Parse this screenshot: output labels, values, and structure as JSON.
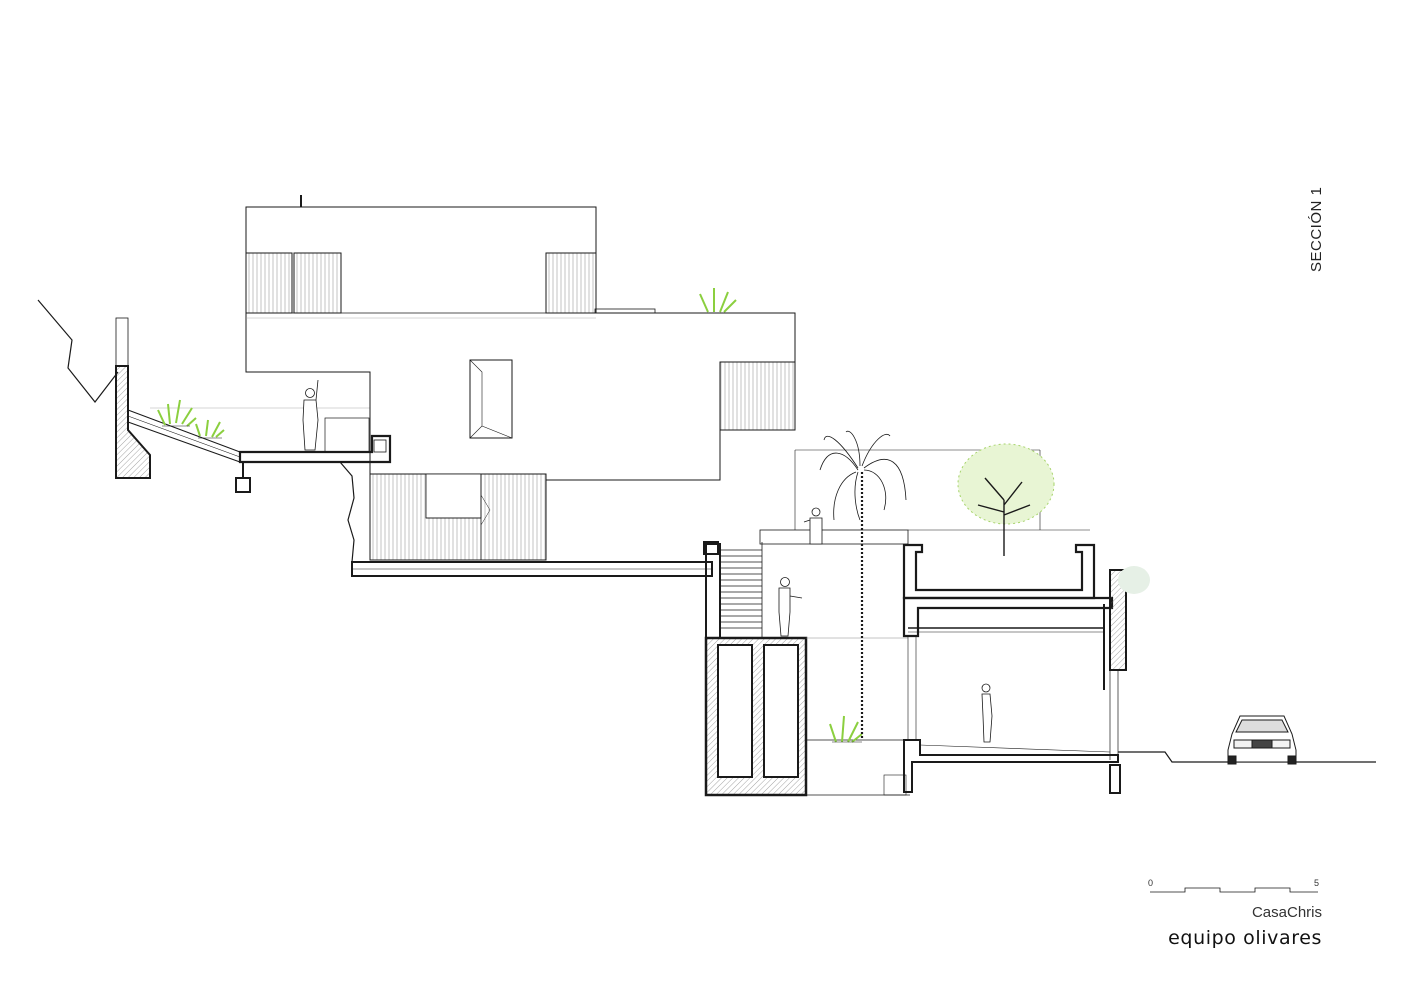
{
  "drawing": {
    "section_title": "SECCIÓN 1",
    "project_name": "CasaChris",
    "studio_name": "equipo olivares"
  },
  "scale_bar": {
    "start_label": "0",
    "end_label": "5"
  },
  "colors": {
    "line": "#1a1a1a",
    "fill_section": "#ffffff",
    "vegetation": "#8bcf3f",
    "glass": "#bdbdbd"
  }
}
